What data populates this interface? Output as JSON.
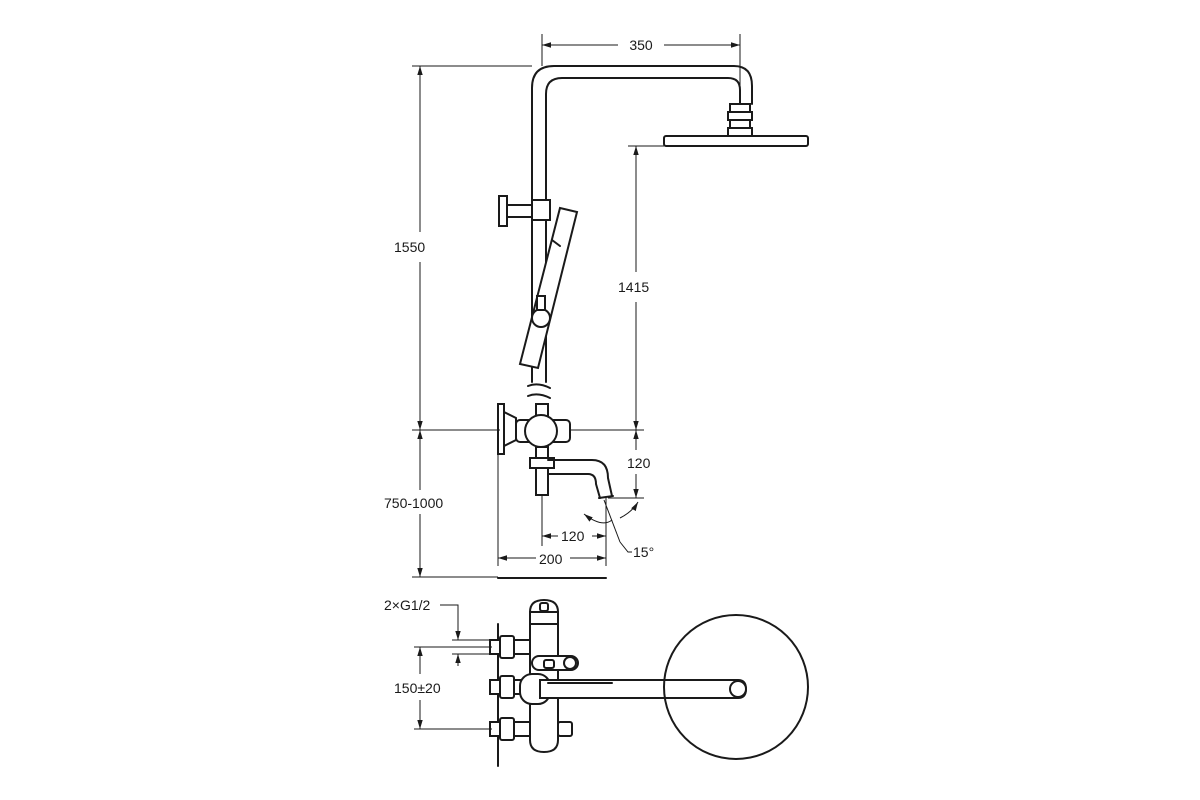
{
  "dimensions": {
    "arm_width": "350",
    "total_height": "1550",
    "head_height": "1415",
    "mixer_height": "750-1000",
    "spout_drop": "120",
    "spout_reach": "120",
    "mixer_depth": "200",
    "spout_angle": "15°",
    "connections": "2×G1/2",
    "inlet_spacing": "150±20"
  },
  "line_color": "#1a1a1a",
  "background": "#ffffff"
}
